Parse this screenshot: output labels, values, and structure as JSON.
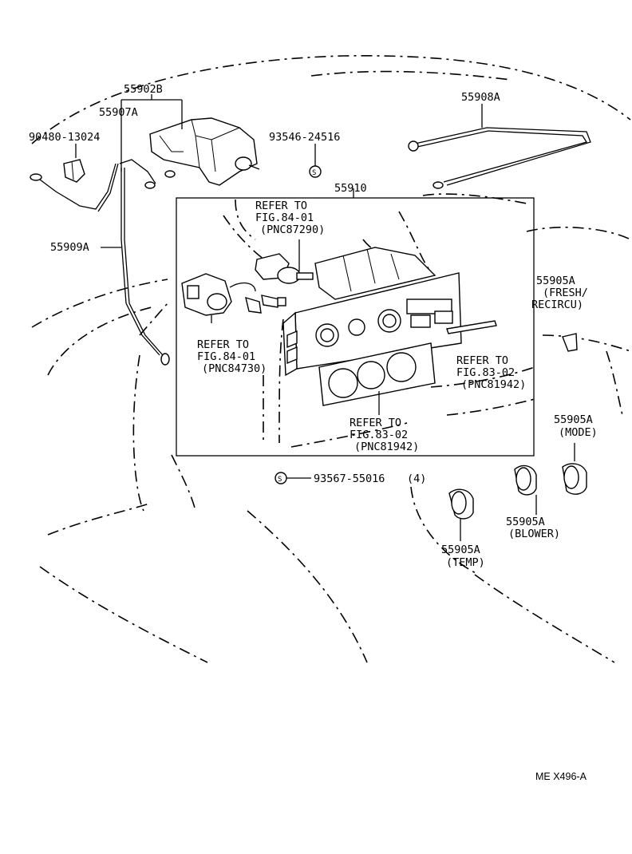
{
  "labels": {
    "p55902B": "55902B",
    "p55907A": "55907A",
    "p90480": "90480-13024",
    "p93546": "93546-24516",
    "p55908A": "55908A",
    "p55910": "55910",
    "p55909A": "55909A",
    "p55905A_fresh": "55905A",
    "fresh": "(FRESH/",
    "recirc": "RECIRCU)",
    "p55905A_mode": "55905A",
    "mode": "(MODE)",
    "p55905A_blower": "55905A",
    "blower": "(BLOWER)",
    "p55905A_temp": "55905A",
    "temp": "(TEMP)",
    "p93567": "93567-55016",
    "qty93567": "(4)",
    "screw_s1": "S",
    "screw_s2": "S",
    "ref1_l1": "REFER TO",
    "ref1_l2": "FIG.84-01",
    "ref1_l3": "(PNC87290)",
    "ref2_l1": "REFER TO",
    "ref2_l2": "FIG.84-01",
    "ref2_l3": "(PNC84730)",
    "ref3_l1": "REFER TO",
    "ref3_l2": "FIG.83-02",
    "ref3_l3": "(PNC81942)",
    "ref4_l1": "REFER TO",
    "ref4_l2": "FIG.83-02",
    "ref4_l3": "(PNC81942)",
    "code": "ME  X496-A"
  },
  "icons": {
    "screw": "screw-s-symbol-icon",
    "knob": "control-knob-icon",
    "motor": "servo-motor-icon",
    "panel": "heater-control-panel-icon"
  },
  "colors": {
    "ink": "#000000",
    "paper": "#ffffff"
  }
}
